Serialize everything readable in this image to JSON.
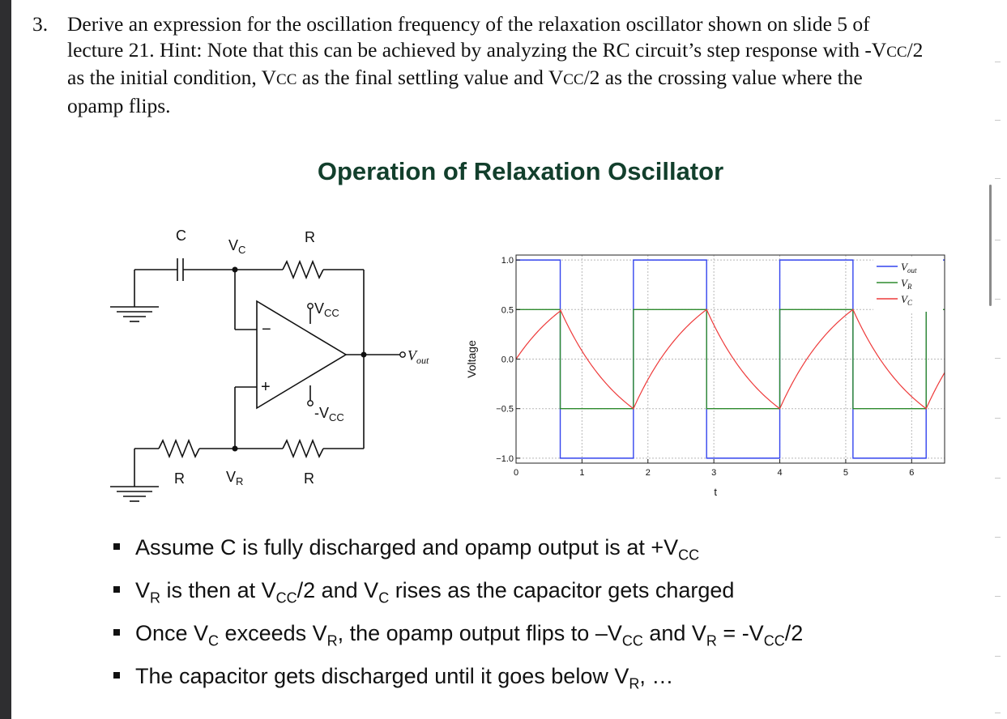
{
  "question": {
    "number": "3.",
    "text_a": "Derive an expression for the oscillation frequency of the relaxation oscillator shown on slide 5 of lecture 21. Hint: Note that this can be achieved by analyzing the RC circuit’s step response with -V",
    "sub_1": "CC",
    "text_b": "/2 as the initial condition, V",
    "sub_2": "CC",
    "text_c": " as the final settling value and V",
    "sub_3": "CC",
    "text_d": "/2 as the crossing value where the opamp flips."
  },
  "slide_title": "Operation of Relaxation Oscillator",
  "circuit": {
    "label_c": "C",
    "label_vc": "V",
    "label_vc_sub": "C",
    "label_r_top": "R",
    "label_vcc_pos": "V",
    "label_vcc_pos_sub": "CC",
    "label_vcc_neg": "-V",
    "label_vcc_neg_sub": "CC",
    "label_minus": "−",
    "label_plus": "+",
    "label_vout": "V",
    "label_vout_sub": "out",
    "label_r_left": "R",
    "label_vr": "V",
    "label_vr_sub": "R",
    "label_r_bottom": "R"
  },
  "chart_data": {
    "type": "line",
    "xlabel": "t",
    "ylabel": "Voltage",
    "xlim": [
      0,
      6.5
    ],
    "ylim": [
      -1.05,
      1.05
    ],
    "xticks": [
      "0",
      "1",
      "2",
      "3",
      "4",
      "5",
      "6"
    ],
    "yticks": [
      "1.0",
      "0.5",
      "0.0",
      "−0.5",
      "−1.0"
    ],
    "grid": true,
    "legend_position": "top-right",
    "flip_times": [
      0.0,
      0.67,
      1.78,
      2.89,
      4.0,
      5.11,
      6.22
    ],
    "series": [
      {
        "name": "V",
        "name_sub": "out",
        "color": "#3344ee",
        "high": 1.0,
        "low": -1.0
      },
      {
        "name": "V",
        "name_sub": "R",
        "color": "#2e8b2e",
        "high": 0.5,
        "low": -0.5
      },
      {
        "name": "V",
        "name_sub": "C",
        "color": "#ee3a3a",
        "start": 0.0,
        "upper": 0.5,
        "lower": -0.5
      }
    ]
  },
  "bullets": [
    {
      "a": "Assume C is fully discharged and opamp output is at +V",
      "s1": "CC",
      "b": "",
      "s2": "",
      "c": "",
      "s3": "",
      "d": ""
    },
    {
      "a": "V",
      "s1": "R",
      "b": " is then at V",
      "s2": "CC",
      "c": "/2 and V",
      "s3": "C",
      "d": " rises as the capacitor gets charged"
    },
    {
      "a": "Once V",
      "s1": "C",
      "b": " exceeds V",
      "s2": "R",
      "c": ", the opamp output flips to –V",
      "s3": "CC",
      "d": " and V",
      "s4": "R",
      "e": " = -V",
      "s5": "CC",
      "f": "/2"
    },
    {
      "a": "The capacitor gets discharged until it goes below V",
      "s1": "R",
      "b": ", …",
      "s2": "",
      "c": "",
      "s3": "",
      "d": ""
    }
  ],
  "colors": {
    "title_green": "#123f2c",
    "vout_blue": "#3344ee",
    "vr_green": "#2e8b2e",
    "vc_red": "#ee3a3a"
  }
}
